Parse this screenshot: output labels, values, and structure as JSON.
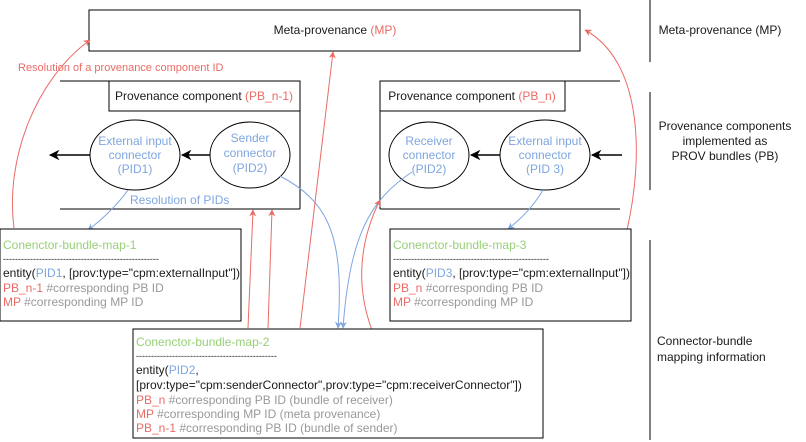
{
  "colors": {
    "text": "#1a1a1a",
    "red": "#ea6b66",
    "blue": "#7ea6e0",
    "green": "#97d077",
    "gray": "#999999",
    "stroke": "#000000"
  },
  "meta": {
    "title": "Meta-provenance",
    "tag": "(MP)"
  },
  "labels": {
    "right_meta": "Meta-provenance (MP)",
    "right_pc_1": "Provenance components",
    "right_pc_2": "implemented as",
    "right_pc_3": "PROV bundles (PB)",
    "right_cb_1": "Connector-bundle",
    "right_cb_2": "mapping information",
    "resolution_component": "Resolution of a provenance component ID",
    "resolution_pids": "Resolution of PIDs"
  },
  "pc_left": {
    "title": "Provenance component",
    "tag": "(PB_n-1)",
    "ext_l1": "External input",
    "ext_l2": "connector",
    "ext_l3": "(PID1)",
    "snd_l1": "Sender",
    "snd_l2": "connector",
    "snd_l3": "(PID2)"
  },
  "pc_right": {
    "title": "Provenance component",
    "tag": "(PB_n)",
    "rcv_l1": "Receiver",
    "rcv_l2": "connector",
    "rcv_l3": "(PID2)",
    "ext_l1": "External input",
    "ext_l2": "connector",
    "ext_l3": "(PID 3)"
  },
  "map1": {
    "title": "Conenctor-bundle-map-1",
    "separator": "----------------------------------------------------",
    "entity_prefix": "entity(",
    "entity_pid": "PID1",
    "entity_rest": ", [prov:type=\"cpm:externalInput\"])",
    "ref1_key": "PB_n-1",
    "ref1_comment": " #corresponding PB ID",
    "ref2_key": "MP",
    "ref2_comment": " #corresponding MP ID"
  },
  "map2": {
    "title": "Conenctor-bundle-map-2",
    "separator": "-----------------------------------------------",
    "entity_prefix": "entity(",
    "entity_pid": "PID2",
    "entity_suffix": ",",
    "entity_line2": "[prov:type=\"cpm:senderConnector\",prov:type=\"cpm:receiverConnector\"])",
    "ref1_key": "PB_n",
    "ref1_comment": " #corresponding PB ID (bundle of receiver)",
    "ref2_key": "MP",
    "ref2_comment": " #corresponding MP ID (meta provenance)",
    "ref3_key": "PB_n-1",
    "ref3_comment": " #corresponding PB ID (bundle of sender)"
  },
  "map3": {
    "title": "Conenctor-bundle-map-3",
    "separator": "----------------------------------------------------",
    "entity_prefix": "entity(",
    "entity_pid": "PID3",
    "entity_rest": ", [prov:type=\"cpm:externalInput\"])",
    "ref1_key": "PB_n",
    "ref1_comment": " #corresponding PB ID",
    "ref2_key": "MP",
    "ref2_comment": " #corresponding MP ID"
  }
}
